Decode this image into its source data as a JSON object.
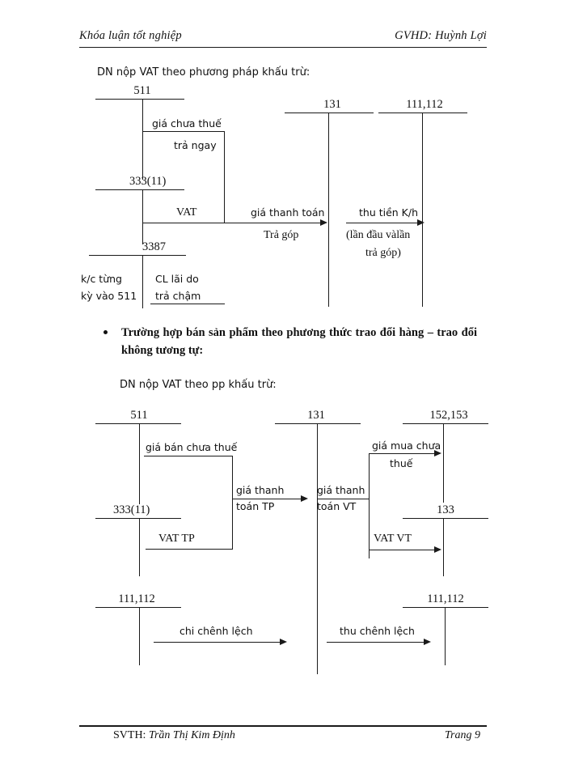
{
  "header": {
    "left": "Khóa luận tốt nghiệp",
    "right": "GVHD: Huỳnh Lợi"
  },
  "footer": {
    "author_prefix": "SVTH:",
    "author_name": "Trần Thị Kim Định",
    "page": "Trang 9"
  },
  "sections": {
    "intro_1": "DN nộp VAT theo phương pháp khấu trừ:",
    "bullet_1": "Trường hợp bán sản phẩm theo phương thức trao đổi hàng – trao đổi không tương tự:",
    "intro_2": "DN nộp VAT theo pp khấu trừ:"
  },
  "diagram_1": {
    "accounts": {
      "a511": "511",
      "a333": "333(11)",
      "a3387": "3387",
      "a131": "131",
      "a111112": "111,112"
    },
    "labels": {
      "gia_chua_thue": "giá chưa thuế",
      "tra_ngay": "trả ngay",
      "vat": "VAT",
      "kc_tung": "k/c từng",
      "ky_vao_511": "kỳ vào 511",
      "cl_lai_do": "CL lãi do",
      "tra_cham": "trả chậm",
      "gia_thanh_toan": "giá thanh toán",
      "tra_gop": "Trả góp",
      "thu_tien_kh": "thu tiền K/h",
      "lan_dau": "(lần    đầu    vàlần",
      "tra_gop_close": "trả góp)"
    }
  },
  "diagram_2": {
    "accounts": {
      "a511": "511",
      "a333": "333(11)",
      "a111112_left": "111,112",
      "a131": "131",
      "a152153": "152,153",
      "a133": "133",
      "a111112_right": "111,112"
    },
    "labels": {
      "gia_ban_chua_thue": "giá bán chưa thuế",
      "vat_tp": "VAT TP",
      "gia_thanh": "giá thanh",
      "toan_tp": "toán TP",
      "gia_thanh_2": "giá thanh",
      "toan_vt": "toán VT",
      "gia_mua_chua": "giá mua chưa",
      "thue": "thuế",
      "vat_vt": "VAT VT",
      "chi_chenh_lech": "chi chênh lệch",
      "thu_chenh_lech": "thu chênh lệch"
    }
  }
}
